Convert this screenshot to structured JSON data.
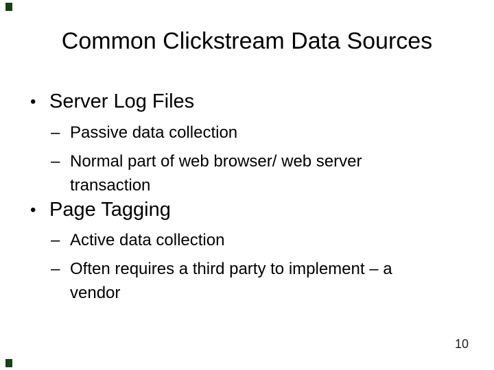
{
  "slide": {
    "title": "Common Clickstream Data Sources",
    "page_number": "10",
    "background_color": "#ffffff",
    "text_color": "#000000",
    "corner_marker_color": "#164016"
  },
  "bullets": [
    {
      "marker": "•",
      "label": "Server Log Files",
      "subs": [
        {
          "marker": "–",
          "text": "Passive data collection"
        },
        {
          "marker": "–",
          "text": "Normal part of web browser/ web server transaction"
        }
      ]
    },
    {
      "marker": "•",
      "label": "Page Tagging",
      "subs": [
        {
          "marker": "–",
          "text": "Active data collection"
        },
        {
          "marker": "–",
          "text": "Often requires a third party to implement – a vendor"
        }
      ]
    }
  ]
}
